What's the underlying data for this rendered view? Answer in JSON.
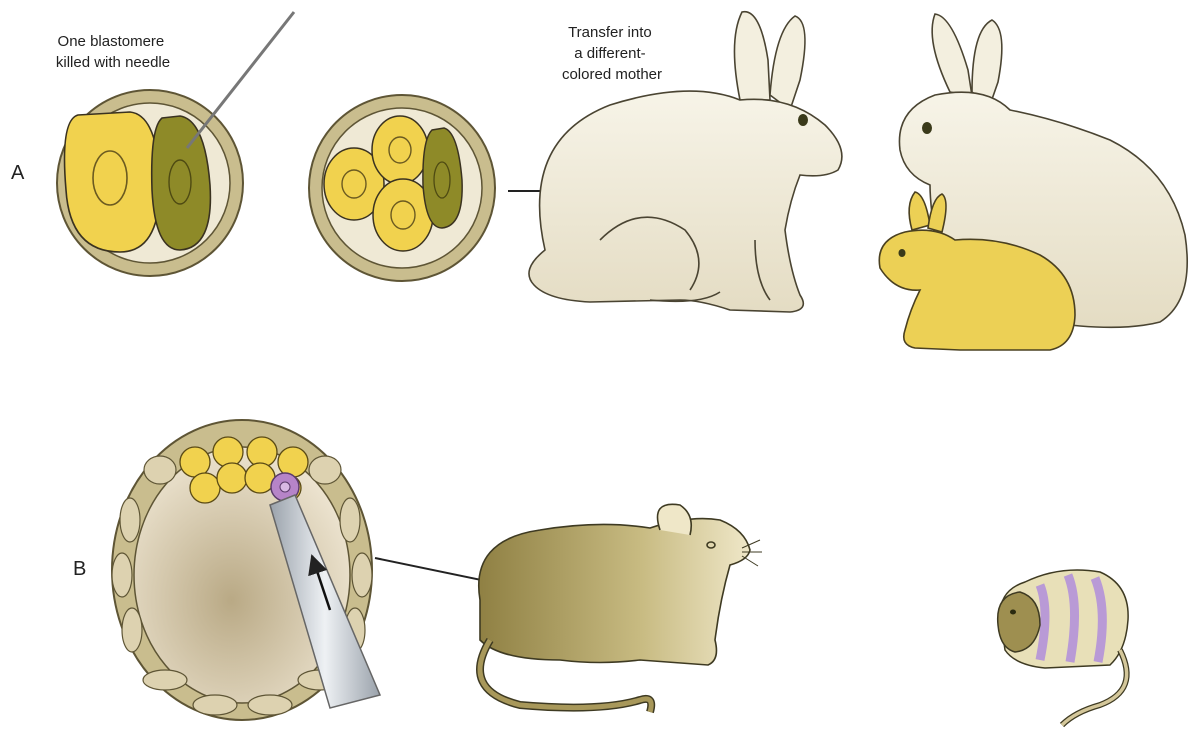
{
  "panels": {
    "a": {
      "letter": "A",
      "caption_lines": [
        "One blastomere",
        "killed with needle"
      ],
      "transfer_lines": [
        "Transfer into",
        "a different-",
        "colored mother"
      ]
    },
    "b": {
      "letter": "B"
    }
  },
  "colors": {
    "blastomere_yellow": "#f1d24e",
    "dead_blastomere_green": "#8e8a28",
    "zona_tan": "#c9bd8e",
    "rabbit_cream": "#f3efdf",
    "offspring_yellow": "#ecd055",
    "mouse_brown": "#9e8f50",
    "injected_cell_purple": "#b684c8",
    "stripe_lavender": "#b99ad6"
  },
  "figures": [
    {
      "id": "two-cell-embryo"
    },
    {
      "id": "four-cell-embryo"
    },
    {
      "id": "white-mother-rabbit"
    },
    {
      "id": "white-adult-rabbit"
    },
    {
      "id": "yellow-offspring-rabbit"
    },
    {
      "id": "blastocyst-with-pipette"
    },
    {
      "id": "brown-mouse"
    },
    {
      "id": "chimeric-striped-mouse"
    }
  ]
}
